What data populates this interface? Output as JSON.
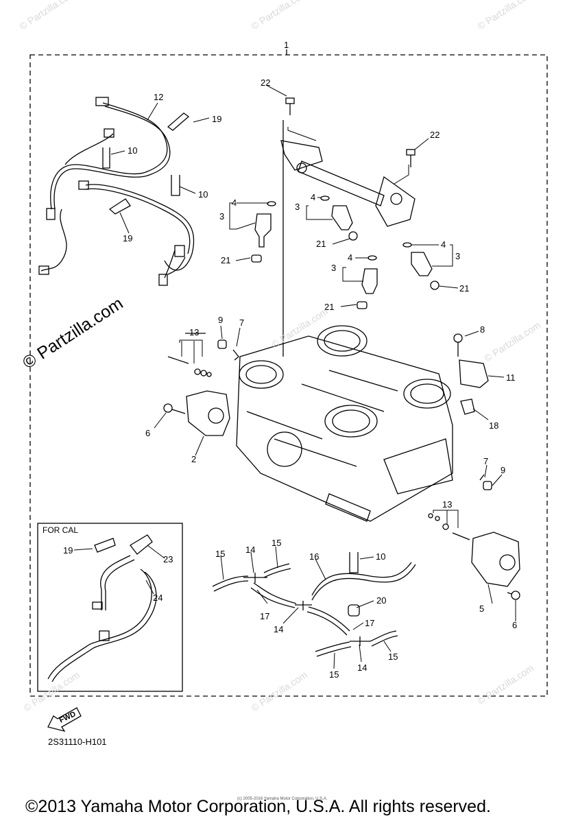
{
  "callouts": {
    "c1": "1",
    "c2": "2",
    "c3a": "3",
    "c3b": "3",
    "c3c": "3",
    "c3d": "3",
    "c4a": "4",
    "c4b": "4",
    "c4c": "4",
    "c4d": "4",
    "c5": "5",
    "c6a": "6",
    "c6b": "6",
    "c7a": "7",
    "c7b": "7",
    "c8": "8",
    "c9a": "9",
    "c9b": "9",
    "c10a": "10",
    "c10b": "10",
    "c10c": "10",
    "c11": "11",
    "c12": "12",
    "c13a": "13",
    "c13b": "13",
    "c14a": "14",
    "c14b": "14",
    "c14c": "14",
    "c15a": "15",
    "c15b": "15",
    "c15c": "15",
    "c15d": "15",
    "c16": "16",
    "c17a": "17",
    "c17b": "17",
    "c18": "18",
    "c19a": "19",
    "c19b": "19",
    "c19c": "19",
    "c20": "20",
    "c21a": "21",
    "c21b": "21",
    "c21c": "21",
    "c21d": "21",
    "c22a": "22",
    "c22b": "22",
    "c23": "23",
    "c24": "24"
  },
  "for_cal_label": "FOR CAL",
  "fwd_label": "FWD",
  "diagram_code": "2S31110-H101",
  "watermark_main": "© Partzilla.com",
  "watermark_small": "© Partzilla.com",
  "copyright": "©2013 Yamaha Motor Corporation, U.S.A. All rights reserved.",
  "fine_print": "(c) 2005-2016 Yamaha Motor Corporation, U.S.A."
}
